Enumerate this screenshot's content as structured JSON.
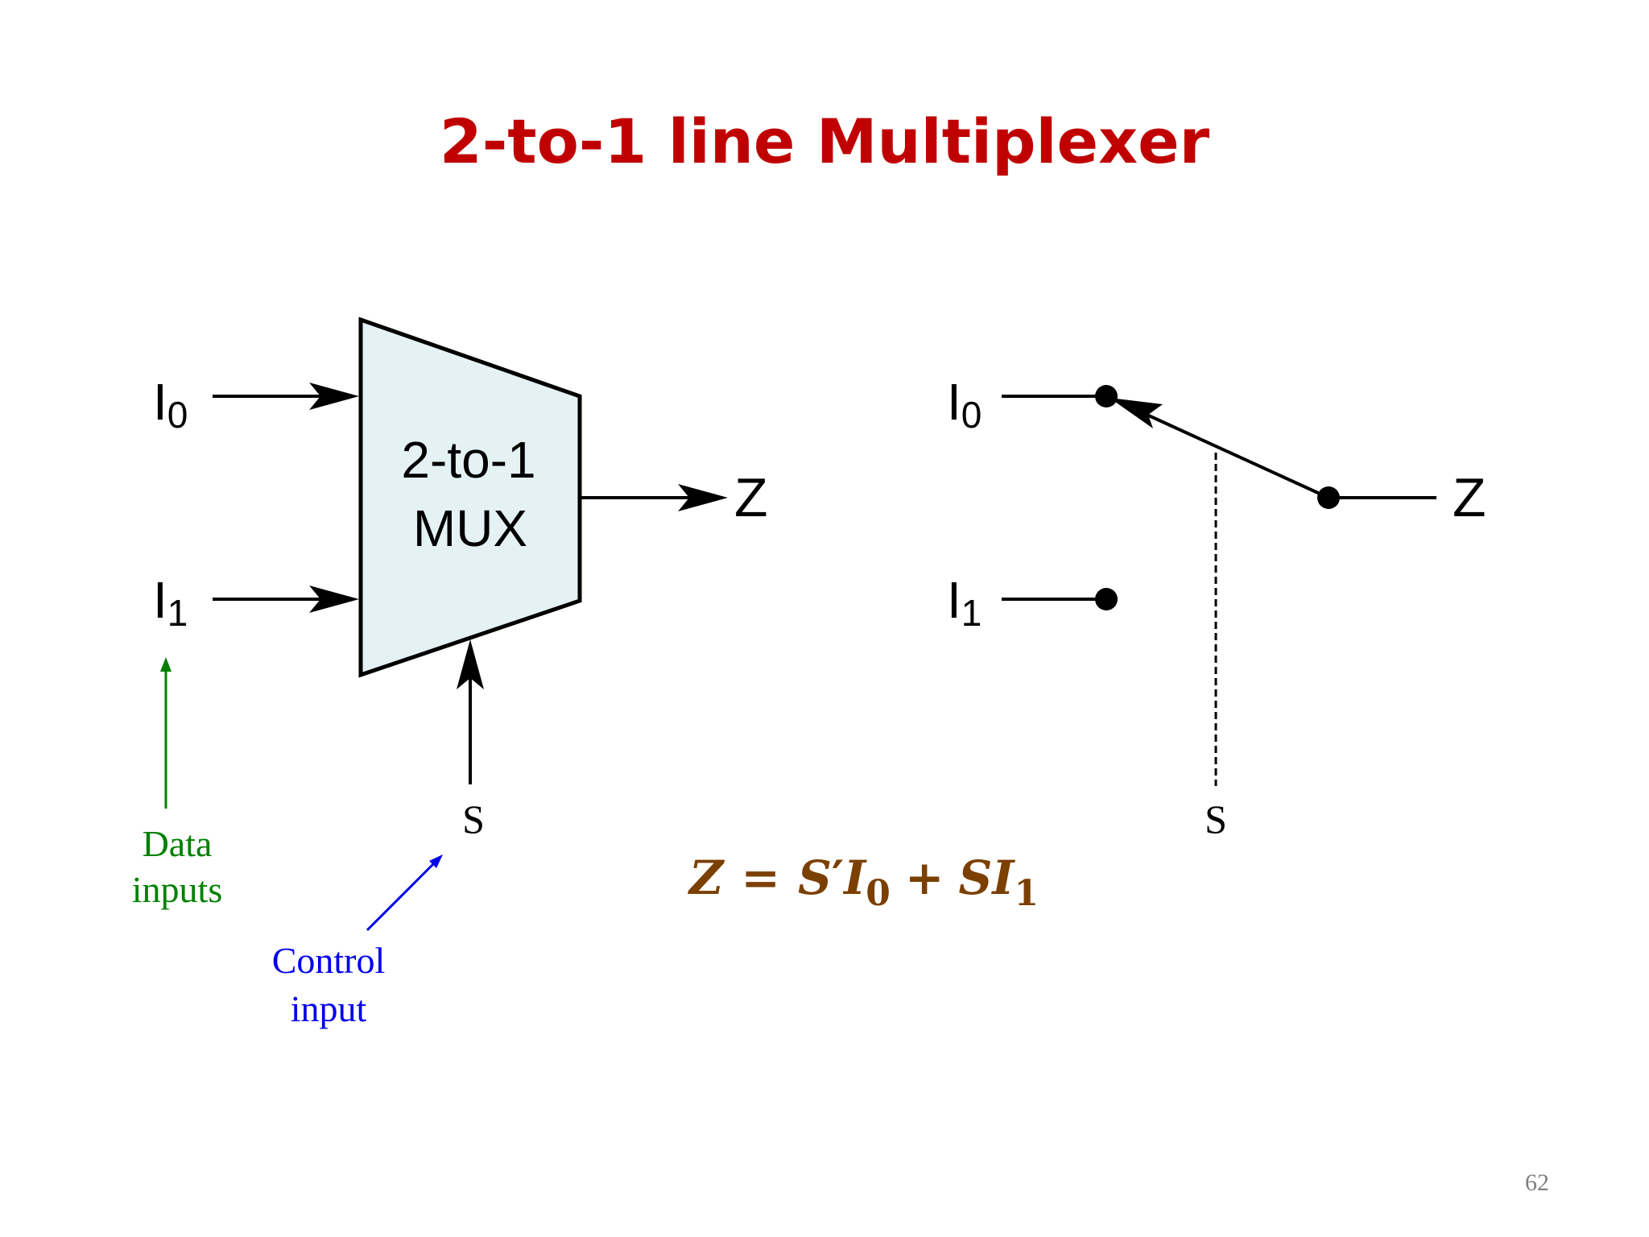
{
  "slide": {
    "title": "2-to-1 line Multiplexer",
    "page_number": "62"
  },
  "mux_block": {
    "label_line1": "2-to-1",
    "label_line2": "MUX",
    "input_0": {
      "base": "I",
      "sub": "0"
    },
    "input_1": {
      "base": "I",
      "sub": "1"
    },
    "output": "Z",
    "select": "S",
    "fill_color": "#e4f2f4"
  },
  "switch_model": {
    "input_0": {
      "base": "I",
      "sub": "0"
    },
    "input_1": {
      "base": "I",
      "sub": "1"
    },
    "output": "Z",
    "select": "S"
  },
  "annotations": {
    "data_inputs": {
      "line1": "Data",
      "line2": "inputs",
      "color": "#008000"
    },
    "control_input": {
      "line1": "Control",
      "line2": "input",
      "color": "#0000ee"
    }
  },
  "equation": {
    "lhs": "Z",
    "equals": "=",
    "term1_var": "S",
    "term1_prime": "′",
    "term1_input": "I",
    "term1_sub": "0",
    "plus": "+",
    "term2_var": "S",
    "term2_input": "I",
    "term2_sub": "1",
    "color": "#7b3f00"
  },
  "colors": {
    "title": "#c00000",
    "line": "#000000"
  }
}
